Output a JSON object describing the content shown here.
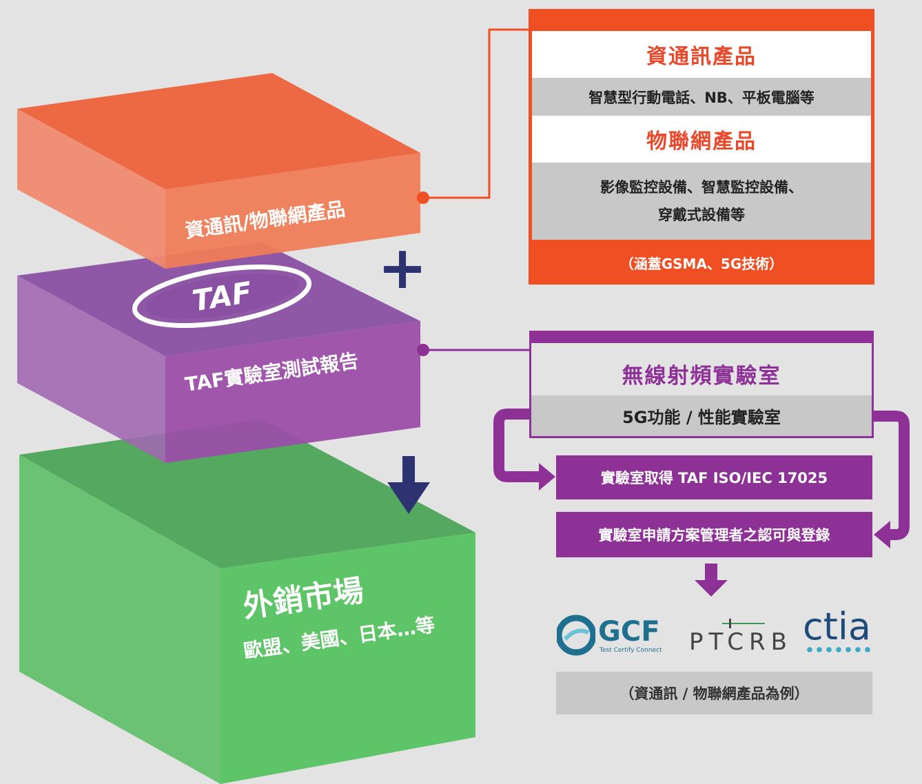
{
  "cubes": {
    "top": {
      "label": "資通訊/物聯網產品",
      "color": "#ef6a45"
    },
    "middle": {
      "label": "TAF實驗室測試報告",
      "logo": "TAF",
      "color": "#9a4aa5"
    },
    "bottom": {
      "title": "外銷市場",
      "subtitle": "歐盟、美國、日本…等",
      "color": "#5dbf65"
    }
  },
  "plus_symbol": "+",
  "product_box": {
    "section1_title": "資通訊產品",
    "section1_items": "智慧型行動電話、NB、平板電腦等",
    "section2_title": "物聯網產品",
    "section2_items_line1": "影像監控設備、智慧監控設備、",
    "section2_items_line2": "穿戴式設備等",
    "note": "（涵蓋GSMA、5G技術）",
    "accent_color": "#f04e23"
  },
  "lab_box": {
    "title": "無線射頻實驗室",
    "subtitle": "5G功能 / 性能實驗室",
    "step1": "實驗室取得 TAF ISO/IEC 17025",
    "step2": "實驗室申請方案管理者之認可與登錄",
    "accent_color": "#8e3197"
  },
  "logos": {
    "gcf": {
      "name": "GCF",
      "tagline": "Test Certify Connect"
    },
    "ptcrb": {
      "name": "PTCRB"
    },
    "ctia": {
      "name": "ctia"
    }
  },
  "footnote": "（資通訊 / 物聯網產品為例）"
}
